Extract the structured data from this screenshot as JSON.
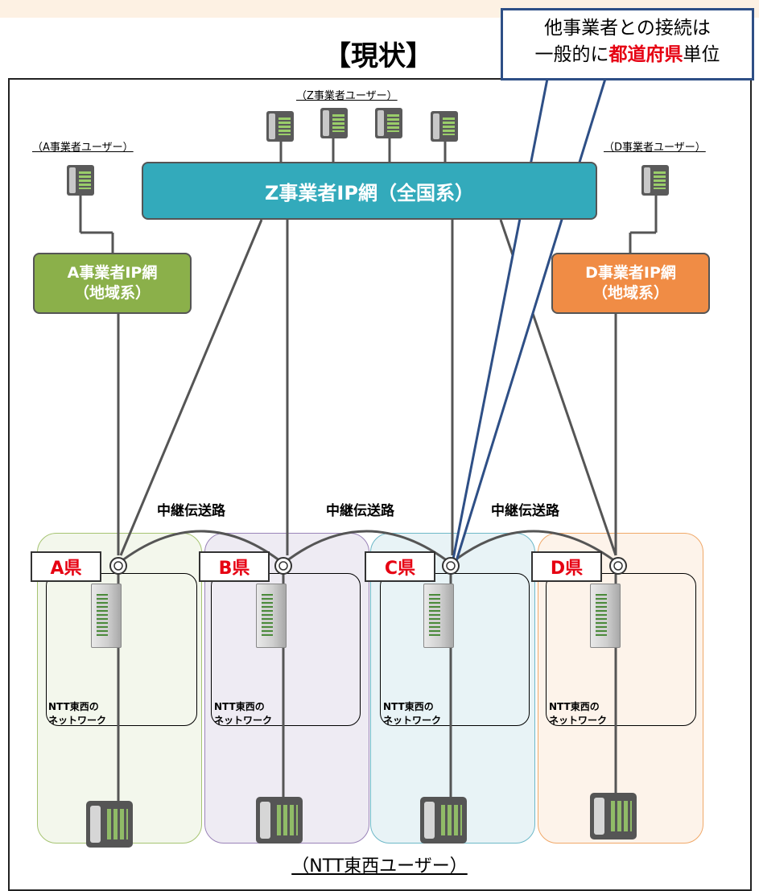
{
  "title": "【現状】",
  "callout": {
    "line1": "他事業者との接続は",
    "line2_pre": "一般的に",
    "line2_em": "都道府県",
    "line2_post": "単位"
  },
  "users": {
    "z": "（Z事業者ユーザー）",
    "a": "（A事業者ユーザー）",
    "d": "（D事業者ユーザー）",
    "ntt": "（NTT東西ユーザー）"
  },
  "networks": {
    "z": "Z事業者IP網（全国系）",
    "a_line1": "A事業者IP網",
    "a_line2": "（地域系）",
    "d_line1": "D事業者IP網",
    "d_line2": "（地域系）"
  },
  "relay_label": "中継伝送路",
  "prefectures": [
    {
      "label": "A県",
      "fill": "#f3f7ec",
      "border": "#a6c472"
    },
    {
      "label": "B県",
      "fill": "#eeebf3",
      "border": "#9a83b8"
    },
    {
      "label": "C県",
      "fill": "#e8f3f6",
      "border": "#6db8c8"
    },
    {
      "label": "D県",
      "fill": "#fdf3ea",
      "border": "#f0a868"
    }
  ],
  "ntt_network_line1": "NTT東西の",
  "ntt_network_line2": "ネットワーク",
  "colors": {
    "z_network": "#33aabb",
    "a_network": "#8bb04a",
    "d_network": "#f08c45",
    "callout_border": "#2e4f86",
    "accent_red": "#e60012"
  },
  "icons": [
    "phone-icon",
    "server-icon",
    "switch-node-icon"
  ]
}
